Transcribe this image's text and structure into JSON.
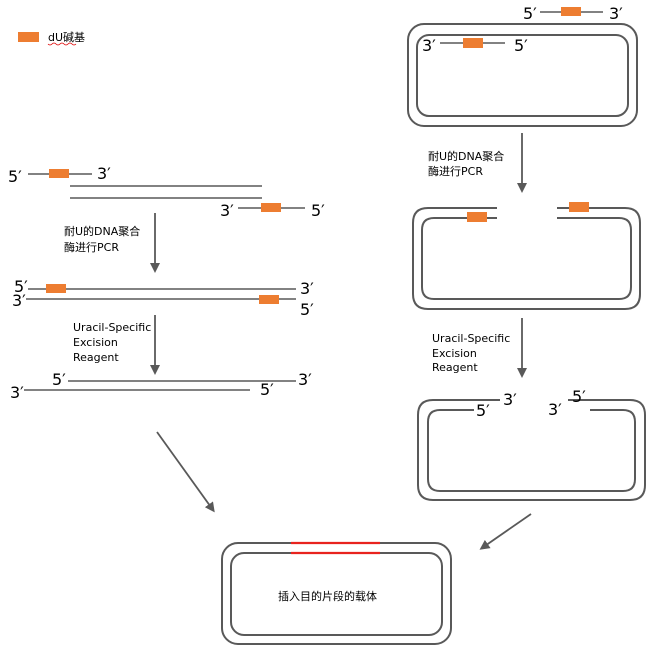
{
  "legend": {
    "label": "dU碱基",
    "color": "#ED7D31"
  },
  "colors": {
    "line": "#595959",
    "du": "#ED7D31",
    "insert": "#E8231E"
  },
  "strand": {
    "five": "5′",
    "three": "3′"
  },
  "steps": {
    "pcr_line1": "耐U的DNA聚合",
    "pcr_line2": "酶进行PCR",
    "use_line1": "Uracil-Specific",
    "use_line2": "Excision",
    "use_line3": "Reagent"
  },
  "result": {
    "label": "插入目的片段的载体"
  }
}
